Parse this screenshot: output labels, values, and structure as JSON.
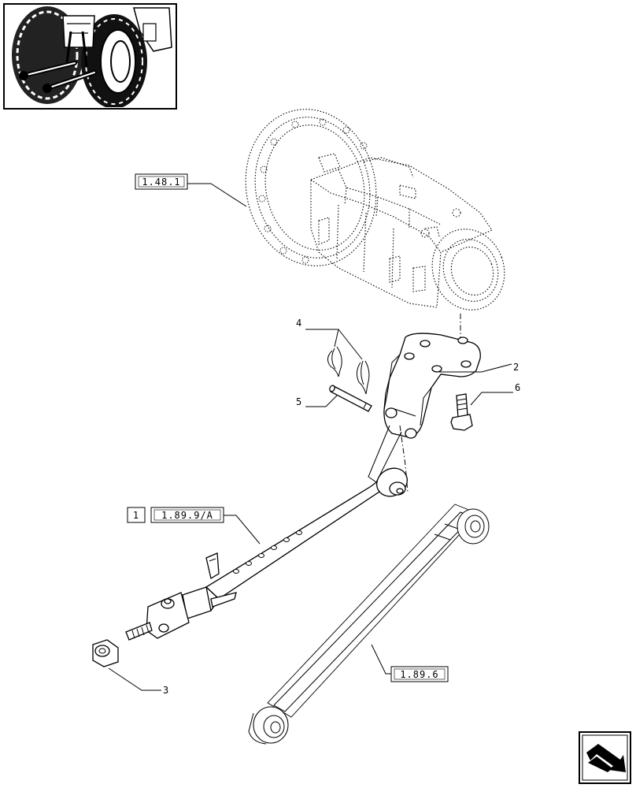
{
  "references": {
    "transmission": "1.48.1",
    "top_link_qty": "1",
    "top_link": "1.89.9/A",
    "lower_link": "1.89.6",
    "part_2": "2",
    "part_3": "3",
    "part_4": "4",
    "part_5": "5",
    "part_6": "6"
  },
  "icons": {
    "thumbnail": "tractor-rear-thumbnail-icon",
    "nav": "return-arrow-icon"
  }
}
